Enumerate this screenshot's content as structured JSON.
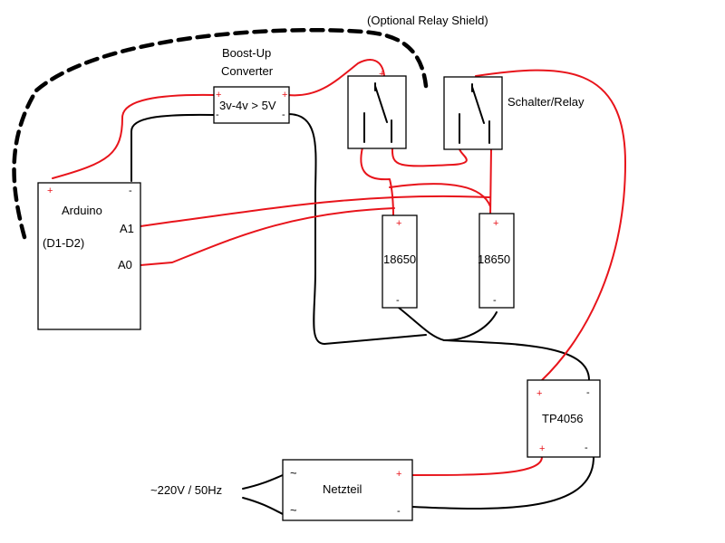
{
  "annotation": "(Optional Relay Shield)",
  "boost": {
    "title_line1": "Boost-Up",
    "title_line2": "Converter",
    "text": "3v-4v > 5V",
    "plus": "+",
    "minus": "-"
  },
  "relay": {
    "label": "Schalter/Relay"
  },
  "arduino": {
    "title": "Arduino",
    "subtitle": "(D1-D2)",
    "pin_a1": "A1",
    "pin_a0": "A0",
    "plus": "+",
    "minus": "-"
  },
  "battery1": {
    "label": "18650",
    "plus": "+",
    "minus": "-"
  },
  "battery2": {
    "label": "18650",
    "plus": "+",
    "minus": "-"
  },
  "tp4056": {
    "label": "TP4056",
    "in_plus": "+",
    "in_minus": "-",
    "out_plus": "+",
    "out_minus": "-"
  },
  "netzteil": {
    "label": "Netzteil",
    "ac1": "~",
    "ac2": "~",
    "plus": "+",
    "minus": "-"
  },
  "mains": {
    "label": "~220V / 50Hz"
  },
  "colors": {
    "positive_wire": "#e8141b",
    "negative_wire": "#000000"
  }
}
